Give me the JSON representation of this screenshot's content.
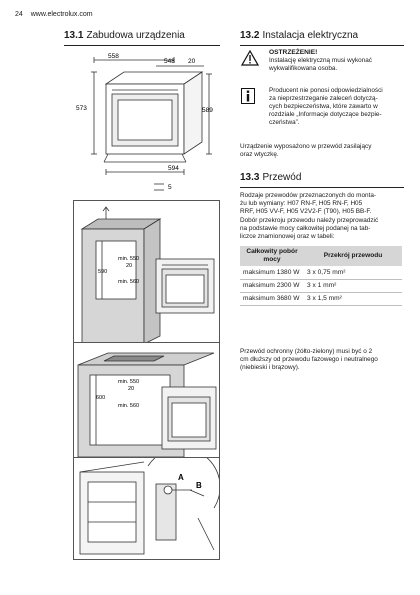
{
  "header": {
    "page_number": "24",
    "website": "www.electrolux.com"
  },
  "section_13_1": {
    "number": "13.1",
    "title": "Zabudowa urządzenia"
  },
  "figure_1": {
    "dims": [
      "558",
      "548",
      "20",
      "573",
      "589",
      "594",
      "5"
    ]
  },
  "figure_2": {
    "dims": [
      "min. 550",
      "20",
      "590",
      "min. 560"
    ]
  },
  "figure_3": {
    "dims": [
      "min. 550",
      "20",
      "600",
      "min. 560"
    ]
  },
  "figure_4": {
    "labels": [
      "A",
      "B"
    ]
  },
  "section_13_2": {
    "number": "13.2",
    "title": "Instalacja elektryczna"
  },
  "warning": {
    "title": "OSTRZEŻENIE!",
    "lines": [
      "Instalację elektryczną musi wykonać",
      "wykwalifikowana osoba."
    ]
  },
  "info": {
    "lines": [
      "Producent nie ponosi odpowiedzialności",
      "za nieprzestrzeganie zaleceń dotyczą-",
      "cych bezpieczeństwa, które zawarto w",
      "rozdziale „Informacje dotyczące bezpie-",
      "czeństwa”."
    ]
  },
  "plug_note": {
    "lines": [
      "Urządzenie wyposażono w przewód zasilający",
      "oraz wtyczkę."
    ]
  },
  "section_13_3": {
    "number": "13.3",
    "title": "Przewód"
  },
  "cable_intro": {
    "lines": [
      "Rodzaje przewodów przeznaczonych do monta-",
      "żu lub wymiany: H07 RN-F, H05 RN-F, H05",
      "RRF, H05 VV-F, H05 V2V2-F (T90), H05 BB-F.",
      "Dobór przekroju przewodu należy przeprowadzić",
      "na podstawie mocy całkowitej podanej na tab-",
      "liczce znamionowej oraz w tabeli:"
    ]
  },
  "cable_table": {
    "headers": [
      "Całkowity pobór mocy",
      "Przekrój przewodu"
    ],
    "rows": [
      {
        "power": "maksimum 1380 W",
        "section": "3 x 0,75 mm²"
      },
      {
        "power": "maksimum 2300 W",
        "section": "3 x 1 mm²"
      },
      {
        "power": "maksimum 3680 W",
        "section": "3 x 1,5 mm²"
      }
    ]
  },
  "ground_note": {
    "lines": [
      "Przewód ochronny (żółto-zielony) musi być o 2",
      "cm dłuższy od przewodu fazowego i neutralnego",
      "(niebieski i brązowy)."
    ]
  },
  "icons": {
    "warning": "warning-triangle-icon",
    "info": "info-icon"
  }
}
